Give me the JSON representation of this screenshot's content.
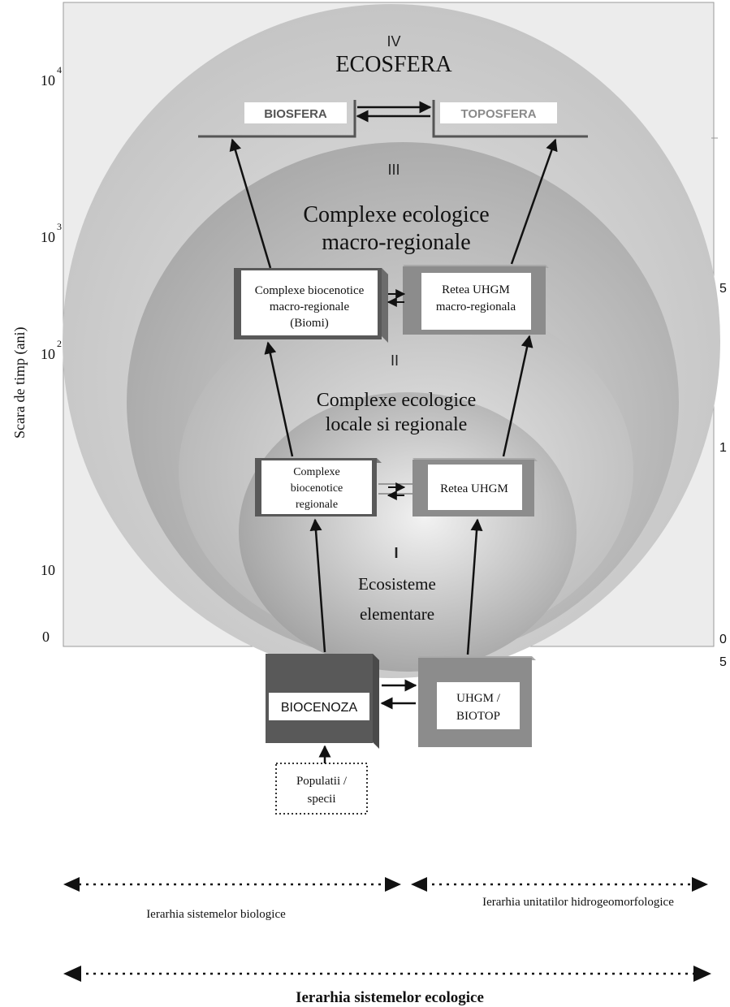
{
  "colors": {
    "frame_bg": "#ececec",
    "ellipse_iv": "#c4c4c4",
    "ellipse_iii": "#b2b2b2",
    "ellipse_ii": "#bdbdbd",
    "ellipse_i": "#a9a9a9",
    "dark_box": "#595959",
    "mid_box": "#8c8c8c",
    "arrow": "#111111"
  },
  "left_axis": {
    "label": "Scara de timp (ani)",
    "ticks": {
      "t1e4_base": "10",
      "t1e4_exp": "4",
      "t1e3_base": "10",
      "t1e3_exp": "3",
      "t1e2_base": "10",
      "t1e2_exp": "2",
      "t10": "10",
      "t0": "0"
    }
  },
  "right_axis": {
    "ticks": {
      "r5a": "5",
      "r1": "1",
      "r5b": "5",
      "r0": "0"
    }
  },
  "levels": {
    "iv": {
      "numeral": "IV",
      "title": "ECOSFERA",
      "left_box": "BIOSFERA",
      "right_box": "TOPOSFERA"
    },
    "iii": {
      "numeral": "III",
      "title_line1": "Complexe ecologice",
      "title_line2": "macro-regionale",
      "left_box": [
        "Complexe biocenotice",
        "macro-regionale",
        "(Biomi)"
      ],
      "right_box": [
        "Retea UHGM",
        "macro-regionala"
      ]
    },
    "ii": {
      "numeral": "II",
      "title_line1": "Complexe ecologice",
      "title_line2": "locale si regionale",
      "left_box": [
        "Complexe",
        "biocenotice",
        "regionale"
      ],
      "right_box": "Retea UHGM"
    },
    "i": {
      "numeral": "I",
      "title_line1": "Ecosisteme",
      "title_line2": "elementare",
      "left_box": "BIOCENOZA",
      "right_box": [
        "UHGM /",
        "BIOTOP"
      ],
      "populations": [
        "Populatii /",
        "specii"
      ]
    }
  },
  "bottom": {
    "left_range": "Ierarhia sistemelor biologice",
    "right_range": "Ierarhia unitatilor hidrogeomorfologice",
    "full_range": "Ierarhia sistemelor ecologice"
  }
}
